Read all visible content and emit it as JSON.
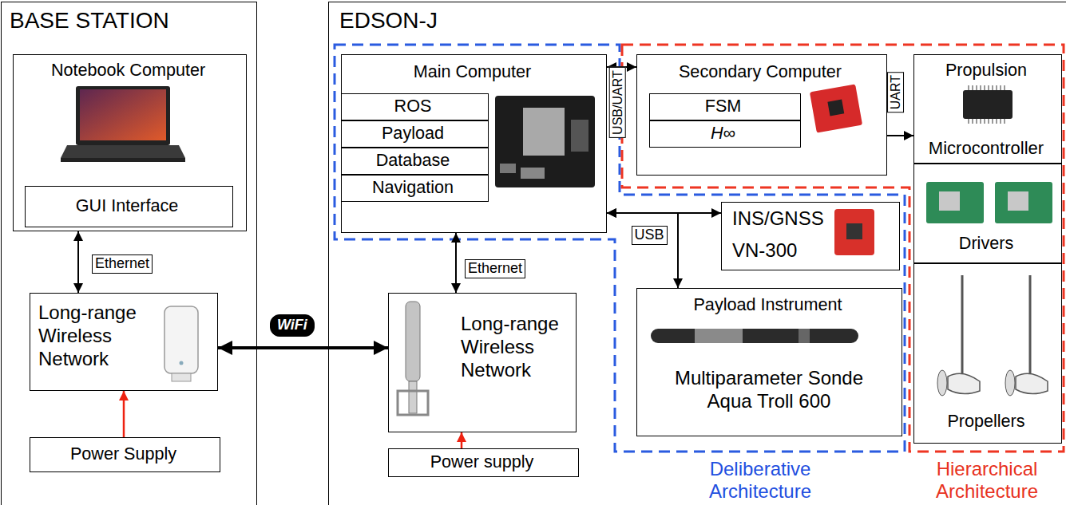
{
  "diagram": {
    "nodes": [
      {
        "text": [
          "BASE STATION"
        ]
      },
      {
        "text": [
          "Notebook Computer"
        ],
        "in": 0
      },
      {
        "text": [
          "GUI Interface"
        ],
        "in": 1
      },
      {
        "text": [
          "Long-range Wireless Network"
        ],
        "in": 0
      },
      {
        "text": [
          "Power Supply"
        ],
        "in": 0
      },
      {
        "text": [
          "EDSON-J"
        ]
      },
      {
        "text": [
          "Main Computer"
        ],
        "in": 5
      },
      {
        "text": [
          "ROS"
        ],
        "in": 6
      },
      {
        "text": [
          "Payload"
        ],
        "in": 6
      },
      {
        "text": [
          "Database"
        ],
        "in": 6
      },
      {
        "text": [
          "Navigation"
        ],
        "in": 6
      },
      {
        "text": [
          "Secondary Computer"
        ],
        "in": 5
      },
      {
        "text": [
          "FSM"
        ],
        "in": 11
      },
      {
        "text": [
          "H∞"
        ],
        "in": 11
      },
      {
        "text": [
          "Propulsion",
          "Microcontroller"
        ],
        "in": 5
      },
      {
        "text": [
          "Drivers"
        ],
        "in": 5
      },
      {
        "text": [
          "Propellers"
        ],
        "in": 5
      },
      {
        "text": [
          "INS/GNSS",
          "VN-300"
        ],
        "in": 5
      },
      {
        "text": [
          "Payload Instrument",
          "Multiparameter Sonde Aqua Troll 600"
        ],
        "in": 5
      },
      {
        "text": [
          "Long-range Wireless Network"
        ],
        "in": 5
      },
      {
        "text": [
          "Power supply"
        ],
        "in": 5
      }
    ],
    "edges": [
      {
        "from": 1,
        "to": 3,
        "arrow": "both",
        "label": "Ethernet"
      },
      {
        "from": 4,
        "to": 3,
        "arrow": "to"
      },
      {
        "from": 3,
        "to": 19,
        "arrow": "both",
        "label": "WiFi"
      },
      {
        "from": 6,
        "to": 11,
        "arrow": "both",
        "label": "USB/UART"
      },
      {
        "from": 11,
        "to": 14,
        "arrow": "to",
        "label": "UART"
      },
      {
        "from": 6,
        "to": 17,
        "arrow": "both",
        "label": "USB"
      },
      {
        "from": 6,
        "to": 18,
        "arrow": "both"
      },
      {
        "from": 6,
        "to": 19,
        "arrow": "both",
        "label": "Ethernet"
      },
      {
        "from": 20,
        "to": 19,
        "arrow": "to"
      }
    ],
    "labels": [
      "Deliberative Architecture",
      "Hierarchical Architecture"
    ]
  }
}
